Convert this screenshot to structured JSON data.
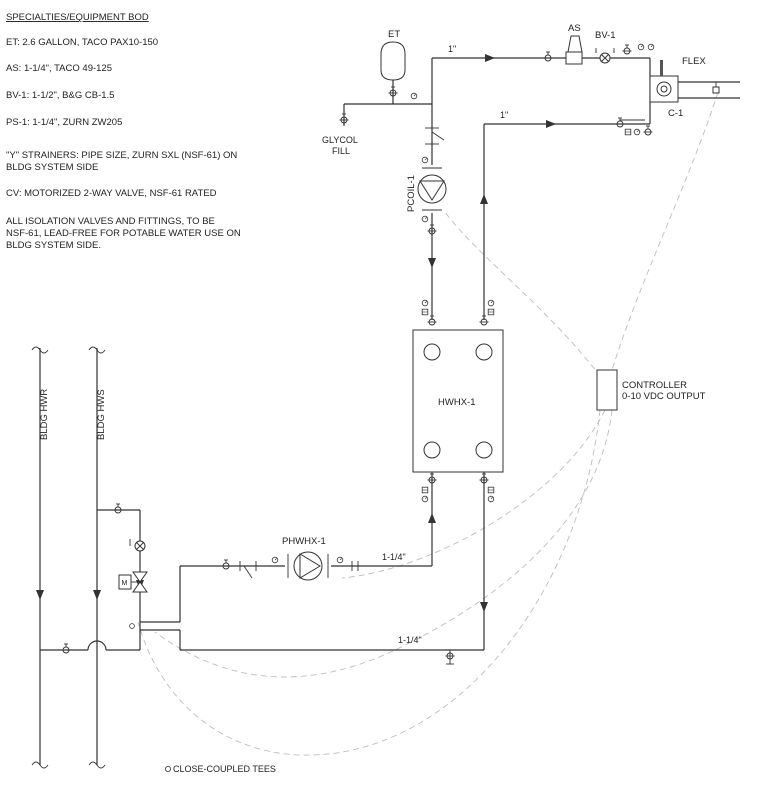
{
  "notes": {
    "title": "SPECIALTIES/EQUIPMENT BOD",
    "et": "ET: 2.6 GALLON, TACO PAX10-150",
    "as": "AS: 1-1/4\", TACO 49-125",
    "bv": "BV-1: 1-1/2\", B&G CB-1.5",
    "ps": "PS-1: 1-1/4\", ZURN ZW205",
    "strainer_1": "\"Y\" STRAINERS: PIPE SIZE, ZURN SXL (NSF-61) ON",
    "strainer_2": "BLDG SYSTEM SIDE",
    "cv": "CV: MOTORIZED 2-WAY VALVE, NSF-61 RATED",
    "iso_1": "ALL ISOLATION VALVES AND FITTINGS, TO BE",
    "iso_2": "NSF-61, LEAD-FREE FOR POTABLE WATER USE ON",
    "iso_3": "BLDG SYSTEM SIDE."
  },
  "labels": {
    "et": "ET",
    "glycol_1": "GLYCOL",
    "glycol_2": "FILL",
    "as": "AS",
    "bv1": "BV-1",
    "flex": "FLEX",
    "c1": "C-1",
    "pcoil": "PCOIL-1",
    "hwhx": "HWHX-1",
    "phwhx": "PHWHX-1",
    "controller_1": "CONTROLLER",
    "controller_2": "0-10 VDC OUTPUT",
    "bldg_hwr": "BLDG HWR",
    "bldg_hws": "BLDG HWS",
    "motor": "M",
    "close_coupled_tees": "CLOSE-COUPLED TEES"
  },
  "pipe_sizes": {
    "supply_top": "1\"",
    "return_top": "1\"",
    "phwhx_out": "1-1/4\"",
    "bottom_return": "1-1/4\""
  },
  "colors": {
    "line": "#333333",
    "control_wire": "#bdbdbd",
    "background": "#ffffff"
  }
}
